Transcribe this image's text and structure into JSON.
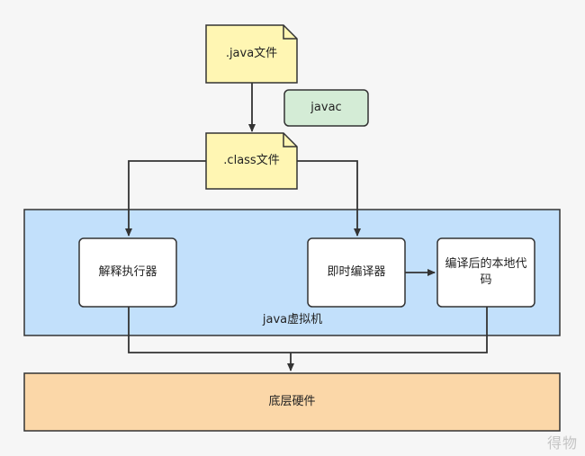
{
  "nodes": {
    "java_file": ".java文件",
    "javac": "javac",
    "class_file": ".class文件",
    "interpreter": "解释执行器",
    "jit_compiler": "即时编译器",
    "native_code": "编译后的本地代码",
    "jvm": "java虚拟机",
    "hardware": "底层硬件"
  },
  "watermark": "得物",
  "colors": {
    "file_fill": "#fff6b3",
    "javac_fill": "#d4ecd6",
    "jvm_fill": "#c2e0fb",
    "component_fill": "#ffffff",
    "hardware_fill": "#fbd7a8",
    "stroke": "#333333"
  }
}
